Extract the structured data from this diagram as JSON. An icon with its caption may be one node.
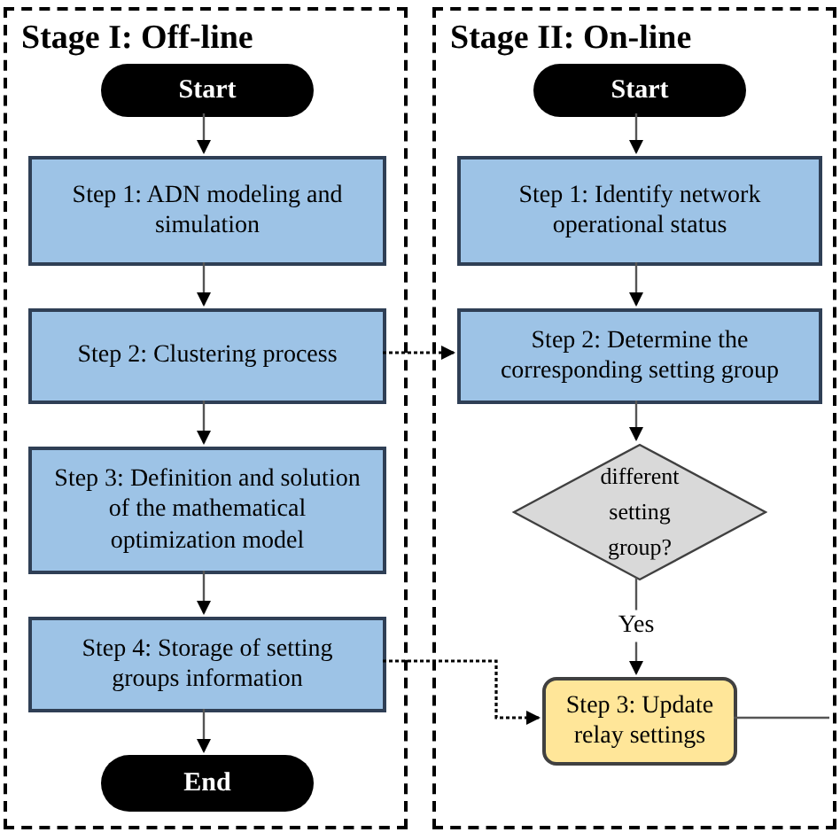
{
  "diagram": {
    "nodes": [
      {
        "text": [
          "Stage I: Off-line"
        ]
      },
      {
        "text": [
          "Start"
        ],
        "in": 0
      },
      {
        "text": [
          "Step 1: ADN modeling and simulation"
        ],
        "in": 0
      },
      {
        "text": [
          "Step 2: Clustering process"
        ],
        "in": 0
      },
      {
        "text": [
          "Step 3: Definition and solution of the mathematical optimization model"
        ],
        "in": 0
      },
      {
        "text": [
          "Step 4: Storage of setting groups information"
        ],
        "in": 0
      },
      {
        "text": [
          "End"
        ],
        "in": 0
      },
      {
        "text": [
          "Stage II: On-line"
        ]
      },
      {
        "text": [
          "Start"
        ],
        "in": 7
      },
      {
        "text": [
          "Step 1: Identify network operational status"
        ],
        "in": 7
      },
      {
        "text": [
          "Step 2: Determine the corresponding setting group"
        ],
        "in": 7
      },
      {
        "text": [
          "different setting group?"
        ],
        "in": 7
      },
      {
        "text": [
          "Step 3: Update relay settings"
        ],
        "in": 7
      }
    ],
    "edges": [
      {
        "from": 1,
        "to": 2,
        "arrow": "to"
      },
      {
        "from": 2,
        "to": 3,
        "arrow": "to"
      },
      {
        "from": 3,
        "to": 4,
        "arrow": "to"
      },
      {
        "from": 4,
        "to": 5,
        "arrow": "to"
      },
      {
        "from": 5,
        "to": 6,
        "arrow": "to"
      },
      {
        "from": 8,
        "to": 9,
        "arrow": "to"
      },
      {
        "from": 9,
        "to": 10,
        "arrow": "to"
      },
      {
        "from": 10,
        "to": 11,
        "arrow": "to"
      },
      {
        "from": 11,
        "to": 12,
        "arrow": "to",
        "label": "Yes"
      },
      {
        "from": 3,
        "to": 10,
        "arrow": "to",
        "style": "dashed"
      },
      {
        "from": 5,
        "to": 12,
        "arrow": "to",
        "style": "dashed"
      },
      {
        "from": 12,
        "to": null,
        "arrow": "none"
      }
    ]
  }
}
